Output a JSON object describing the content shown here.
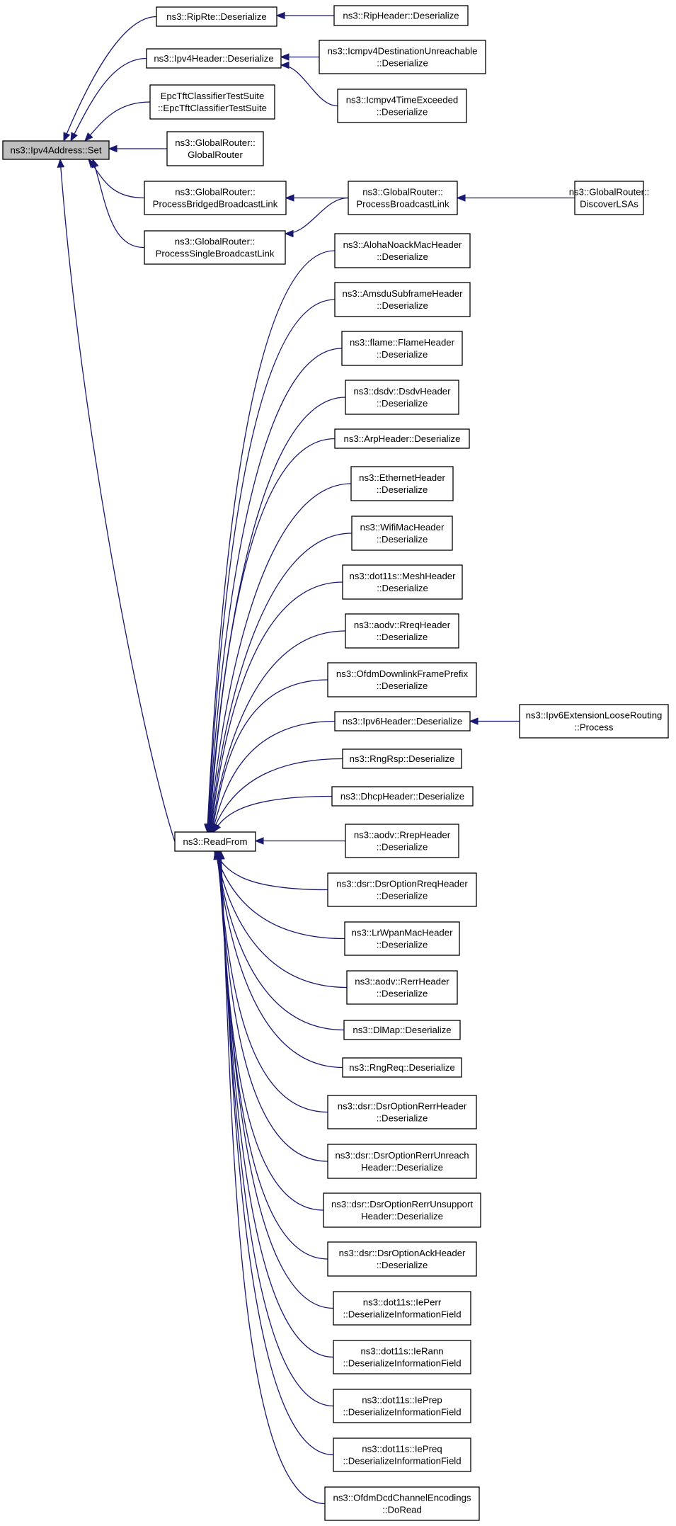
{
  "nodes": [
    {
      "id": "set",
      "lines": [
        "ns3::Ipv4Address::Set"
      ],
      "highlight": true
    },
    {
      "id": "riprte",
      "lines": [
        "ns3::RipRte::Deserialize"
      ]
    },
    {
      "id": "ripheader",
      "lines": [
        "ns3::RipHeader::Deserialize"
      ]
    },
    {
      "id": "ipv4header",
      "lines": [
        "ns3::Ipv4Header::Deserialize"
      ]
    },
    {
      "id": "icmpdu",
      "lines": [
        "ns3::Icmpv4DestinationUnreachable",
        "::Deserialize"
      ]
    },
    {
      "id": "icmpte",
      "lines": [
        "ns3::Icmpv4TimeExceeded",
        "::Deserialize"
      ]
    },
    {
      "id": "epctft",
      "lines": [
        "EpcTftClassifierTestSuite",
        "::EpcTftClassifierTestSuite"
      ]
    },
    {
      "id": "grctor",
      "lines": [
        "ns3::GlobalRouter::",
        "GlobalRouter"
      ]
    },
    {
      "id": "grbridged",
      "lines": [
        "ns3::GlobalRouter::",
        "ProcessBridgedBroadcastLink"
      ]
    },
    {
      "id": "grbcast",
      "lines": [
        "ns3::GlobalRouter::",
        "ProcessBroadcastLink"
      ]
    },
    {
      "id": "grdiscover",
      "lines": [
        "ns3::GlobalRouter::",
        "DiscoverLSAs"
      ]
    },
    {
      "id": "grsingle",
      "lines": [
        "ns3::GlobalRouter::",
        "ProcessSingleBroadcastLink"
      ]
    },
    {
      "id": "readfrom",
      "lines": [
        "ns3::ReadFrom"
      ]
    },
    {
      "id": "aloha",
      "lines": [
        "ns3::AlohaNoackMacHeader",
        "::Deserialize"
      ]
    },
    {
      "id": "amsdu",
      "lines": [
        "ns3::AmsduSubframeHeader",
        "::Deserialize"
      ]
    },
    {
      "id": "flame",
      "lines": [
        "ns3::flame::FlameHeader",
        "::Deserialize"
      ]
    },
    {
      "id": "dsdv",
      "lines": [
        "ns3::dsdv::DsdvHeader",
        "::Deserialize"
      ]
    },
    {
      "id": "arp",
      "lines": [
        "ns3::ArpHeader::Deserialize"
      ]
    },
    {
      "id": "ethernet",
      "lines": [
        "ns3::EthernetHeader",
        "::Deserialize"
      ]
    },
    {
      "id": "wifimac",
      "lines": [
        "ns3::WifiMacHeader",
        "::Deserialize"
      ]
    },
    {
      "id": "mesh",
      "lines": [
        "ns3::dot11s::MeshHeader",
        "::Deserialize"
      ]
    },
    {
      "id": "rreq",
      "lines": [
        "ns3::aodv::RreqHeader",
        "::Deserialize"
      ]
    },
    {
      "id": "ofdmdl",
      "lines": [
        "ns3::OfdmDownlinkFramePrefix",
        "::Deserialize"
      ]
    },
    {
      "id": "ipv6header",
      "lines": [
        "ns3::Ipv6Header::Deserialize"
      ]
    },
    {
      "id": "ipv6loose",
      "lines": [
        "ns3::Ipv6ExtensionLooseRouting",
        "::Process"
      ]
    },
    {
      "id": "rngrsp",
      "lines": [
        "ns3::RngRsp::Deserialize"
      ]
    },
    {
      "id": "dhcp",
      "lines": [
        "ns3::DhcpHeader::Deserialize"
      ]
    },
    {
      "id": "rrep",
      "lines": [
        "ns3::aodv::RrepHeader",
        "::Deserialize"
      ]
    },
    {
      "id": "dsrrreq",
      "lines": [
        "ns3::dsr::DsrOptionRreqHeader",
        "::Deserialize"
      ]
    },
    {
      "id": "lrwpan",
      "lines": [
        "ns3::LrWpanMacHeader",
        "::Deserialize"
      ]
    },
    {
      "id": "rerr",
      "lines": [
        "ns3::aodv::RerrHeader",
        "::Deserialize"
      ]
    },
    {
      "id": "dlmap",
      "lines": [
        "ns3::DlMap::Deserialize"
      ]
    },
    {
      "id": "rngreq",
      "lines": [
        "ns3::RngReq::Deserialize"
      ]
    },
    {
      "id": "dsrrerr",
      "lines": [
        "ns3::dsr::DsrOptionRerrHeader",
        "::Deserialize"
      ]
    },
    {
      "id": "dsrunreach",
      "lines": [
        "ns3::dsr::DsrOptionRerrUnreach",
        "Header::Deserialize"
      ]
    },
    {
      "id": "dsrunsupport",
      "lines": [
        "ns3::dsr::DsrOptionRerrUnsupport",
        "Header::Deserialize"
      ]
    },
    {
      "id": "dsrack",
      "lines": [
        "ns3::dsr::DsrOptionAckHeader",
        "::Deserialize"
      ]
    },
    {
      "id": "ieperr",
      "lines": [
        "ns3::dot11s::IePerr",
        "::DeserializeInformationField"
      ]
    },
    {
      "id": "ierann",
      "lines": [
        "ns3::dot11s::IeRann",
        "::DeserializeInformationField"
      ]
    },
    {
      "id": "ieprep",
      "lines": [
        "ns3::dot11s::IePrep",
        "::DeserializeInformationField"
      ]
    },
    {
      "id": "iepreq",
      "lines": [
        "ns3::dot11s::IePreq",
        "::DeserializeInformationField"
      ]
    },
    {
      "id": "ofdmdcd",
      "lines": [
        "ns3::OfdmDcdChannelEncodings",
        "::DoRead"
      ]
    }
  ],
  "edges": [
    {
      "from": "riprte",
      "to": "set"
    },
    {
      "from": "ipv4header",
      "to": "set"
    },
    {
      "from": "epctft",
      "to": "set"
    },
    {
      "from": "grctor",
      "to": "set"
    },
    {
      "from": "grbridged",
      "to": "set"
    },
    {
      "from": "grsingle",
      "to": "set"
    },
    {
      "from": "readfrom",
      "to": "set"
    },
    {
      "from": "ripheader",
      "to": "riprte"
    },
    {
      "from": "icmpdu",
      "to": "ipv4header"
    },
    {
      "from": "icmpte",
      "to": "ipv4header"
    },
    {
      "from": "grbcast",
      "to": "grbridged"
    },
    {
      "from": "grbcast",
      "to": "grsingle"
    },
    {
      "from": "grdiscover",
      "to": "grbcast"
    },
    {
      "from": "ipv6loose",
      "to": "ipv6header"
    },
    {
      "from": "aloha",
      "to": "readfrom"
    },
    {
      "from": "amsdu",
      "to": "readfrom"
    },
    {
      "from": "flame",
      "to": "readfrom"
    },
    {
      "from": "dsdv",
      "to": "readfrom"
    },
    {
      "from": "arp",
      "to": "readfrom"
    },
    {
      "from": "ethernet",
      "to": "readfrom"
    },
    {
      "from": "wifimac",
      "to": "readfrom"
    },
    {
      "from": "mesh",
      "to": "readfrom"
    },
    {
      "from": "rreq",
      "to": "readfrom"
    },
    {
      "from": "ofdmdl",
      "to": "readfrom"
    },
    {
      "from": "ipv6header",
      "to": "readfrom"
    },
    {
      "from": "rngrsp",
      "to": "readfrom"
    },
    {
      "from": "dhcp",
      "to": "readfrom"
    },
    {
      "from": "rrep",
      "to": "readfrom"
    },
    {
      "from": "dsrrreq",
      "to": "readfrom"
    },
    {
      "from": "lrwpan",
      "to": "readfrom"
    },
    {
      "from": "rerr",
      "to": "readfrom"
    },
    {
      "from": "dlmap",
      "to": "readfrom"
    },
    {
      "from": "rngreq",
      "to": "readfrom"
    },
    {
      "from": "dsrrerr",
      "to": "readfrom"
    },
    {
      "from": "dsrunreach",
      "to": "readfrom"
    },
    {
      "from": "dsrunsupport",
      "to": "readfrom"
    },
    {
      "from": "dsrack",
      "to": "readfrom"
    },
    {
      "from": "ieperr",
      "to": "readfrom"
    },
    {
      "from": "ierann",
      "to": "readfrom"
    },
    {
      "from": "ieprep",
      "to": "readfrom"
    },
    {
      "from": "iepreq",
      "to": "readfrom"
    },
    {
      "from": "ofdmdcd",
      "to": "readfrom"
    }
  ]
}
